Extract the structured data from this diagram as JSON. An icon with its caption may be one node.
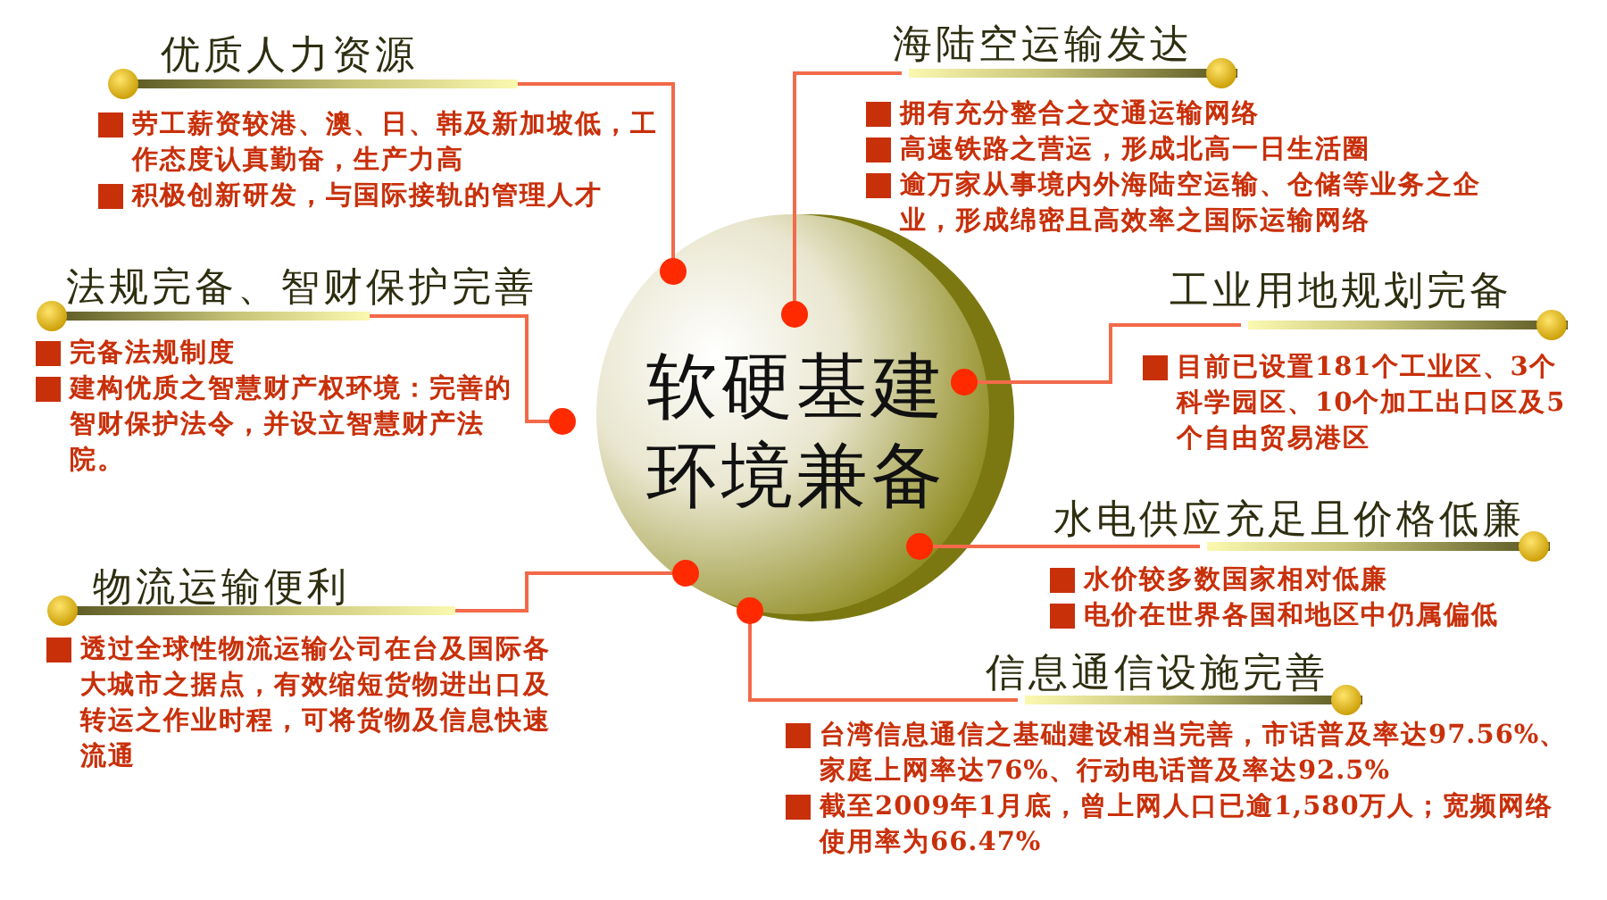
{
  "diagram": {
    "nodes": [
      {
        "text": [
          "软硬基建环境兼备"
        ]
      },
      {
        "text": [
          "优质人力资源",
          "劳工薪资较港、澳、日、韩及新加坡低，工作态度认真勤奋，生产力高",
          "积极创新研发，与国际接轨的管理人才"
        ]
      },
      {
        "text": [
          "海陆空运输发达",
          "拥有充分整合之交通运输网络",
          "高速铁路之营运，形成北高一日生活圈",
          "逾万家从事境内外海陆空运输、仓储等业务之企业，形成绵密且高效率之国际运输网络"
        ]
      },
      {
        "text": [
          "法规完备、智财保护完善",
          "完备法规制度",
          "建构优质之智慧财产权环境：完善的智财保护法令，并设立智慧财产法院。"
        ]
      },
      {
        "text": [
          "工业用地规划完备",
          "目前已设置181个工业区、3个科学园区、10个加工出口区及5个自由贸易港区"
        ]
      },
      {
        "text": [
          "水电供应充足且价格低廉",
          "水价较多数国家相对低廉",
          "电价在世界各国和地区中仍属偏低"
        ]
      },
      {
        "text": [
          "物流运输便利",
          "透过全球性物流运输公司在台及国际各大城市之据点，有效缩短货物进出口及转运之作业时程，可将货物及信息快速流通"
        ]
      },
      {
        "text": [
          "信息通信设施完善",
          "台湾信息通信之基础建设相当完善，市话普及率达97.56%、家庭上网率达76%、行动电话普及率达92.5%",
          "截至2009年1月底，曾上网人口已逾1,580万人；宽频网络使用率为66.47%"
        ]
      }
    ],
    "edges": [
      {
        "from": 0,
        "to": 1,
        "arrow": "other"
      },
      {
        "from": 0,
        "to": 2,
        "arrow": "other"
      },
      {
        "from": 0,
        "to": 3,
        "arrow": "other"
      },
      {
        "from": 0,
        "to": 4,
        "arrow": "other"
      },
      {
        "from": 0,
        "to": 5,
        "arrow": "other"
      },
      {
        "from": 0,
        "to": 6,
        "arrow": "other"
      },
      {
        "from": 0,
        "to": 7,
        "arrow": "other"
      }
    ]
  }
}
